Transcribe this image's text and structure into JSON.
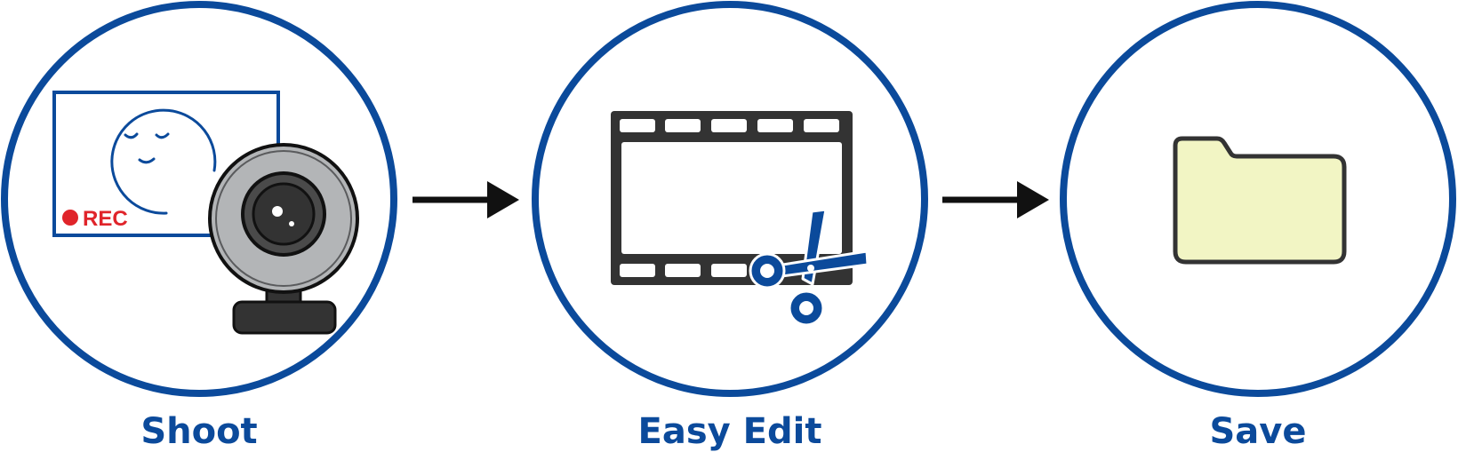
{
  "steps": [
    {
      "label": "Shoot",
      "icon": "webcam-recording-icon"
    },
    {
      "label": "Easy Edit",
      "icon": "film-scissors-icon"
    },
    {
      "label": "Save",
      "icon": "folder-icon"
    }
  ],
  "rec_text": "REC",
  "connectors": [
    "arrow-right-icon",
    "arrow-right-icon"
  ],
  "colors": {
    "brand_blue": "#0b4a9b",
    "rec_red": "#e0242a",
    "dark": "#333333",
    "folder_fill": "#f2f5c4",
    "lens_gray": "#b3b5b7"
  }
}
